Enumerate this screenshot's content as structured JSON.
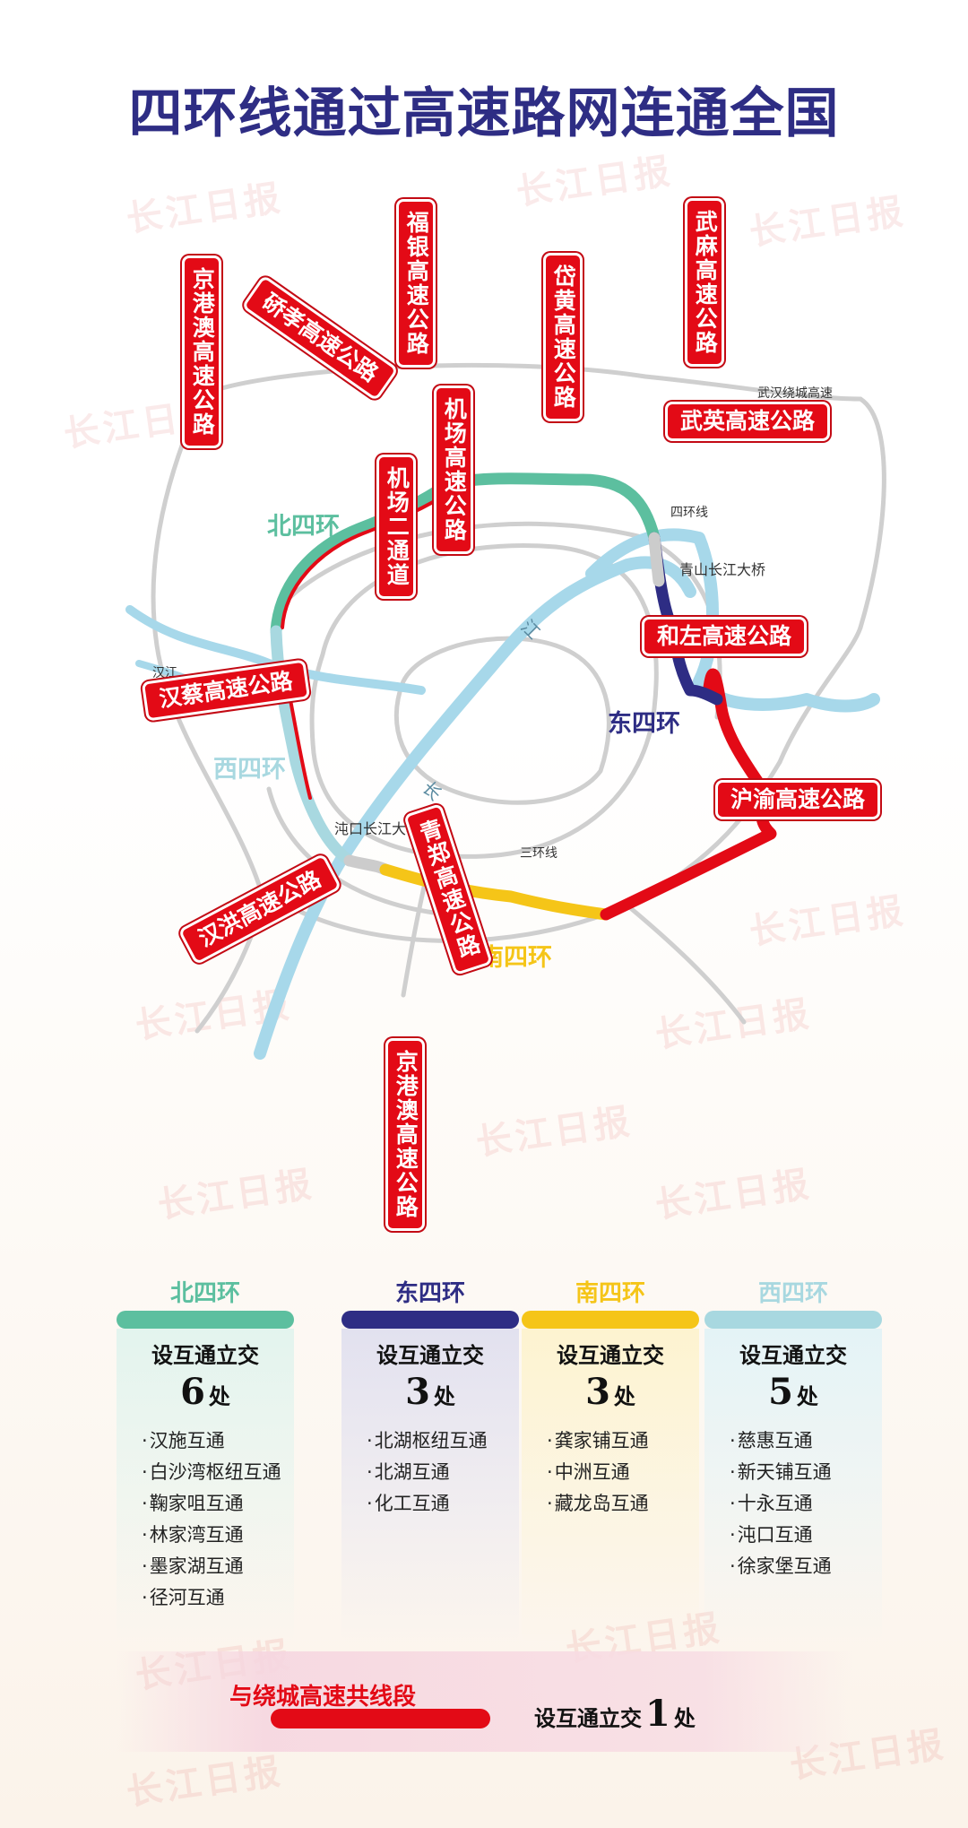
{
  "title": "四环线通过高速路网连通全国",
  "watermark": "长江日报",
  "colors": {
    "north": "#5cbf9f",
    "east": "#2e2d84",
    "south": "#f5c518",
    "west": "#a8d8e0",
    "shared": "#e30a16",
    "river": "#a7d8ea"
  },
  "map": {
    "ring_labels": {
      "north": "北四环",
      "east": "东四环",
      "south": "南四环",
      "west": "西四环"
    },
    "highways": {
      "jinggangao_north": "京港澳高速公路",
      "xiaoxiao": "硚孝高速公路",
      "fuyin": "福银高速公路",
      "daihuang": "岱黄高速公路",
      "wuma": "武麻高速公路",
      "airport": "机场高速公路",
      "airport_second": "机场二通道",
      "wuying": "武英高速公路",
      "hezuo": "和左高速公路",
      "hucai": "汉蔡高速公路",
      "huyu": "沪渝高速公路",
      "qingzheng": "青郑高速公路",
      "hanhong": "汉洪高速公路",
      "jinggangao_south": "京港澳高速公路"
    },
    "small_labels": {
      "wuhan_ring": "武汉绕城高速",
      "fourth_ring_line": "四环线",
      "qingshan_bridge": "青山长江大桥",
      "hanjiang": "汉江",
      "zhuankou_bridge": "沌口长江大桥",
      "third_ring_line": "三环线"
    },
    "river_chars": [
      "长",
      "江"
    ]
  },
  "columns": [
    {
      "name": "北四环",
      "heading": "设互通立交",
      "count": "6",
      "unit": "处",
      "items": [
        "汉施互通",
        "白沙湾枢纽互通",
        "鞠家咀互通",
        "林家湾互通",
        "墨家湖互通",
        "径河互通"
      ]
    },
    {
      "name": "东四环",
      "heading": "设互通立交",
      "count": "3",
      "unit": "处",
      "items": [
        "北湖枢纽互通",
        "北湖互通",
        "化工互通"
      ]
    },
    {
      "name": "南四环",
      "heading": "设互通立交",
      "count": "3",
      "unit": "处",
      "items": [
        "龚家铺互通",
        "中洲互通",
        "藏龙岛互通"
      ]
    },
    {
      "name": "西四环",
      "heading": "设互通立交",
      "count": "5",
      "unit": "处",
      "items": [
        "慈惠互通",
        "新天铺互通",
        "十永互通",
        "沌口互通",
        "徐家堡互通"
      ]
    }
  ],
  "shared_section": {
    "label": "与绕城高速共线段",
    "text": "设互通立交",
    "count": "1",
    "unit": "处"
  }
}
